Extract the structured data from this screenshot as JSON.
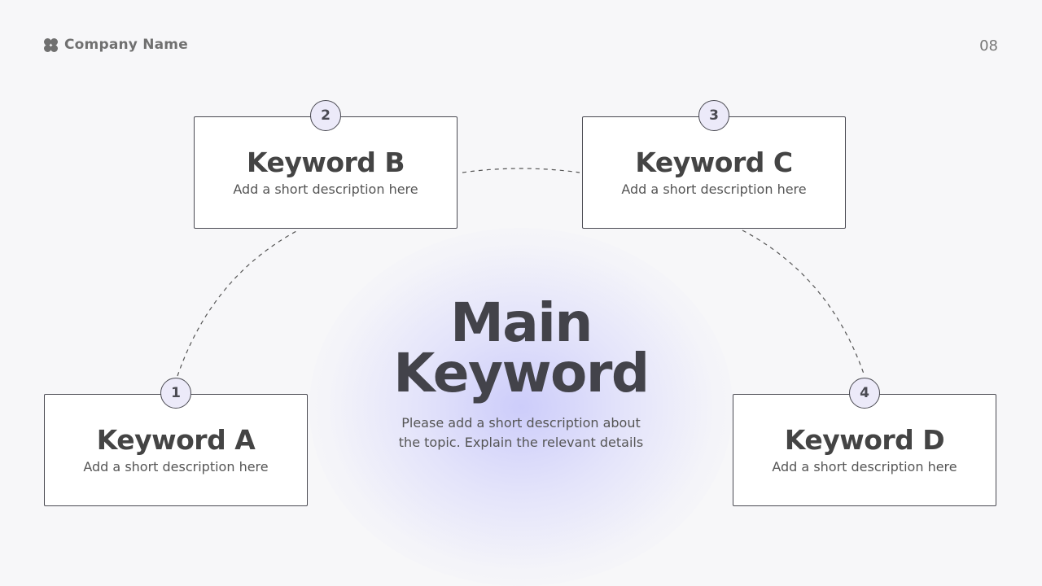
{
  "header": {
    "company_name": "Company Name",
    "logo_icon": "clover-icon",
    "page_number": "08"
  },
  "main": {
    "title_line1": "Main",
    "title_line2": "Keyword",
    "description_line1": "Please add a short description about",
    "description_line2": "the topic. Explain the relevant details"
  },
  "cards": [
    {
      "number": "1",
      "title": "Keyword A",
      "description": "Add a short description here"
    },
    {
      "number": "2",
      "title": "Keyword B",
      "description": "Add a short description here"
    },
    {
      "number": "3",
      "title": "Keyword C",
      "description": "Add a short description here"
    },
    {
      "number": "4",
      "title": "Keyword D",
      "description": "Add a short description here"
    }
  ],
  "colors": {
    "background": "#f7f7f9",
    "text_dark": "#444444",
    "badge_fill": "#eceaf9",
    "border": "#4a4a52",
    "glow": "#c8c8fa"
  }
}
